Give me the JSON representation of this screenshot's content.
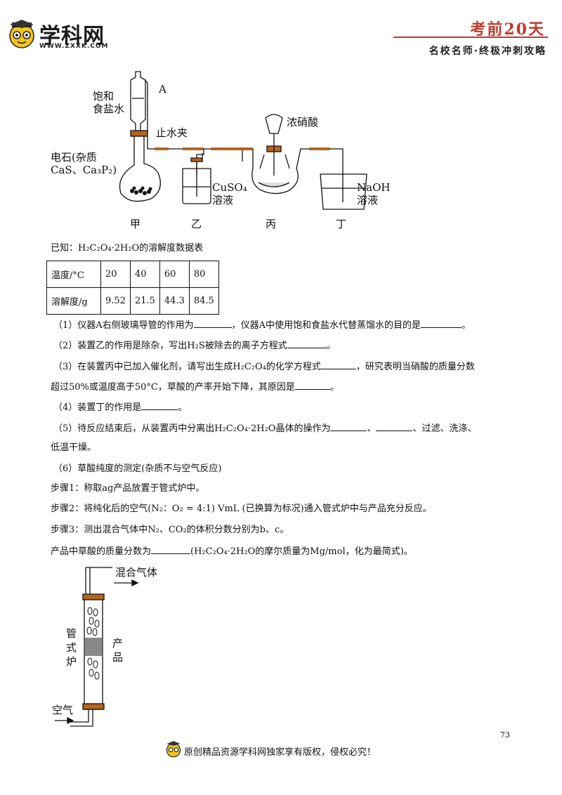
{
  "header": {
    "logo_text": "学科网",
    "logo_url": "WWW.ZXXK.COM",
    "title": "考前20天",
    "subtitle": "名校名师·终极冲刺攻略"
  },
  "apparatus": {
    "labels": {
      "a": "A",
      "saturated_brine": "饱和\n食盐水",
      "clamp": "止水夹",
      "carbide": "电石(杂质\nCaS、Ca₃P₂)",
      "cuso4": "CuSO₄\n溶液",
      "nitric": "浓硝酸",
      "naoh": "NaOH\n溶液"
    },
    "device_names": [
      "甲",
      "乙",
      "丙",
      "丁"
    ]
  },
  "table": {
    "caption": "已知：H₂C₂O₄·2H₂O的溶解度数据表",
    "row1_header": "温度/°C",
    "row1": [
      "20",
      "40",
      "60",
      "80"
    ],
    "row2_header": "溶解度/g",
    "row2": [
      "9.52",
      "21.5",
      "44.3",
      "84.5"
    ]
  },
  "questions": {
    "q1a": "（1）仪器A右侧玻璃导管的作用为",
    "q1b": "，仪器A中使用饱和食盐水代替蒸馏水的目的是",
    "q1c": "。",
    "q2a": "（2）装置乙的作用是除杂，写出H₂S被除去的离子方程式",
    "q2b": "。",
    "q3a": "（3）在装置丙中已加入催化剂，请写出生成H₂C₂O₄的化学方程式",
    "q3b": "，研究表明当硝酸的质量分数",
    "q3c": "超过50%或温度高于50°C，草酸的产率开始下降，其原因是",
    "q3d": "。",
    "q4a": "（4）装置丁的作用是",
    "q4b": "。",
    "q5a": "（5）待反应结束后，从装置丙中分离出H₂C₂O₄·2H₂O晶体的操作为",
    "q5b": "、",
    "q5c": "、过滤、洗涤、",
    "q5d": "低温干燥。",
    "q6": "（6）草酸纯度的测定(杂质不与空气反应)",
    "step1": "步骤1：称取ag产品放置于管式炉中。",
    "step2": "步骤2：将纯化后的空气(N₂：O₂ = 4:1) VmL (已换算为标况)通入管式炉中与产品充分反应。",
    "step3": "步骤3：测出混合气体中N₂、CO₂的体积分数分别为b、c。",
    "final_a": "产品中草酸的质量分数为",
    "final_b": "(H₂C₂O₄·2H₂O的摩尔质量为Mg/mol，化为最简式)。"
  },
  "furnace": {
    "mixed_gas": "混合气体",
    "furnace_label": "管\n式\n炉",
    "product": "产\n品",
    "air": "空气"
  },
  "page_number": "73",
  "footer": "原创精品资源学科网独家享有版权，侵权必究！"
}
